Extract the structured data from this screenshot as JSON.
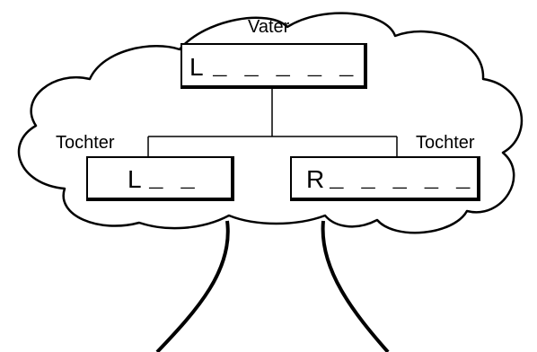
{
  "diagram": {
    "colors": {
      "ink": "#000000",
      "paper": "#ffffff"
    },
    "parent": {
      "caption": "Vater",
      "letter": "L",
      "blanks": "_ _ _ _ _"
    },
    "children": [
      {
        "caption": "Tochter",
        "letter": "L",
        "blanks": "_ _"
      },
      {
        "caption": "Tochter",
        "letter": "R",
        "blanks": "_ _ _ _ _"
      }
    ]
  }
}
